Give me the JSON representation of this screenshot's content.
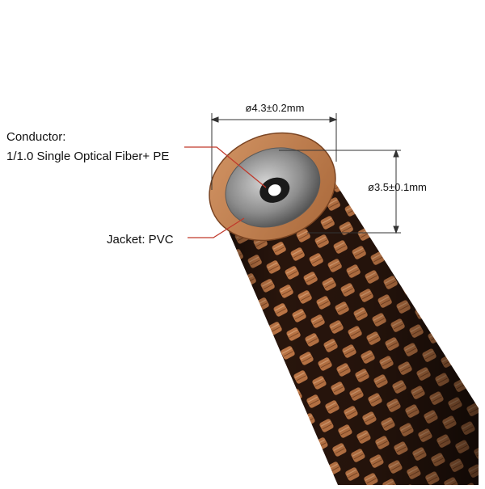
{
  "labels": {
    "conductor_title": "Conductor:",
    "conductor_desc": "1/1.0 Single Optical Fiber+ PE",
    "jacket": "Jacket: PVC",
    "outer_diameter": "ø4.3±0.2mm",
    "inner_diameter": "ø3.5±0.1mm"
  },
  "colors": {
    "background": "#ffffff",
    "braid_copper": "#c47a48",
    "braid_dark": "#2a160d",
    "outer_ring": "#bd7d4c",
    "inner_face": "#8e8e8e",
    "fiber_core": "#ffffff",
    "leader_line": "#c0392b",
    "dimension_line": "#333333"
  }
}
